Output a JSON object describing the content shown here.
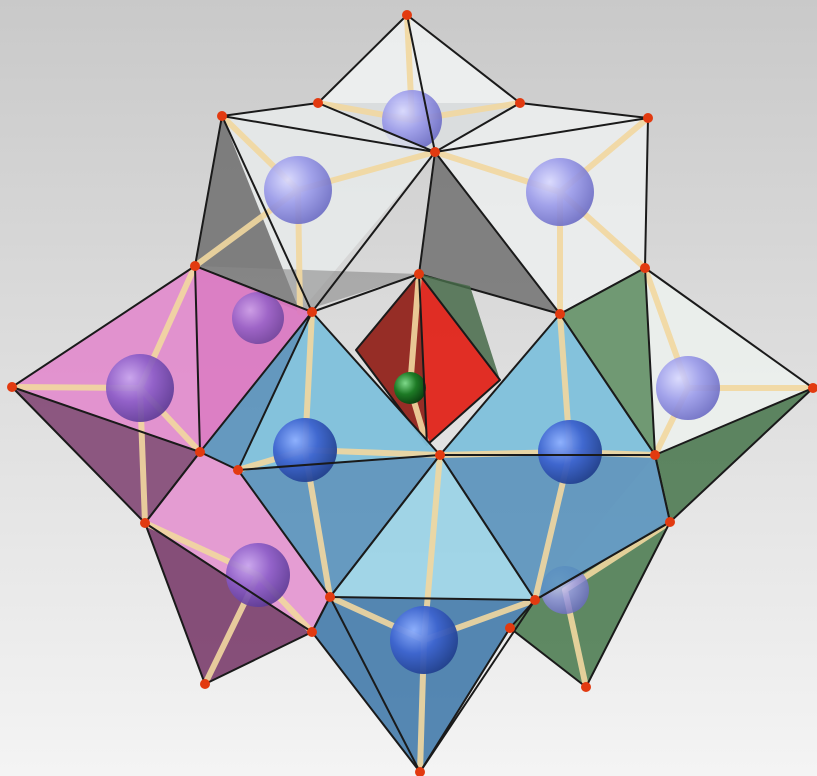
{
  "scene": {
    "background_top": "#c9c9c9",
    "background_bottom": "#f4f4f4",
    "colors": {
      "clear_octahedra": "#e8ecec",
      "pink_octahedra": "#d76fbc",
      "blue_octahedra": "#4f9cc4",
      "green_octahedra": "#5b8a5e",
      "central_tetrahedron": "#d8201a",
      "gray_faces": "#707070",
      "central_atom": "#1d7a25",
      "octahedral_atoms": "#8f8fe6",
      "blue_atoms": "#2f58c8",
      "vertex_atoms": "#e23a10",
      "bonds": "#f2d8a0",
      "edges": "#1a1a1a"
    },
    "central_atom_icon": "green-sphere",
    "octahedral_atom_icon": "purple-sphere",
    "vertex_icon": "red-dot"
  }
}
